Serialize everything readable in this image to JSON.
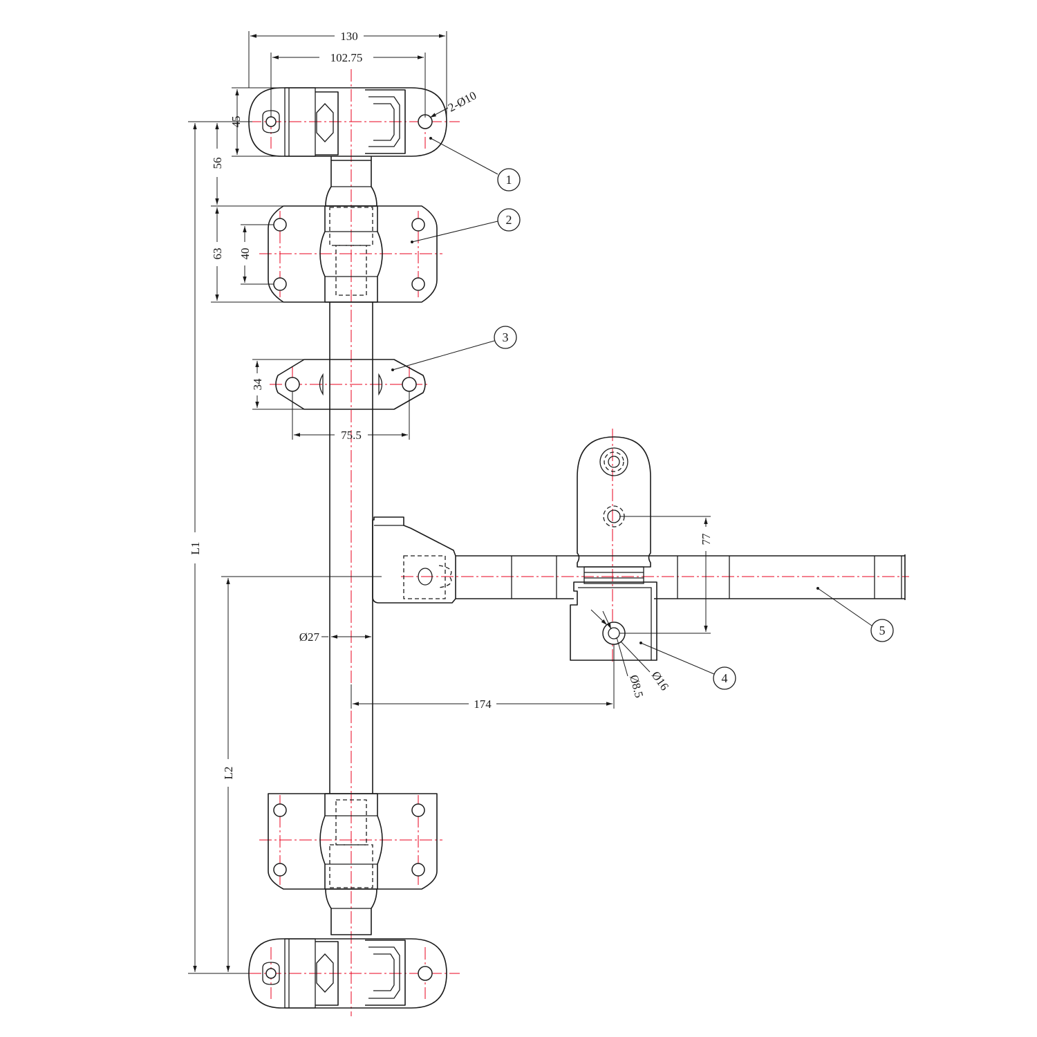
{
  "dimensions": {
    "overall_width": "130",
    "hole_spacing": "102.75",
    "top_holes": "2-Ø10",
    "cam_height": "45",
    "cam_to_bracket": "56",
    "bracket_height": "63",
    "bracket_hole_spacing": "40",
    "guide_height": "34",
    "guide_hole_spacing": "75.5",
    "tube_diameter": "Ø27",
    "handle_offset": "174",
    "catch_height": "77",
    "catch_outer_diameter": "Ø16",
    "catch_inner_diameter": "Ø8.5",
    "length_1": "L1",
    "length_2": "L2"
  },
  "callouts": [
    "1",
    "2",
    "3",
    "4",
    "5"
  ],
  "colors": {
    "outline": "#1a1a1a",
    "centerline": "#e8001c",
    "background": "#ffffff"
  }
}
